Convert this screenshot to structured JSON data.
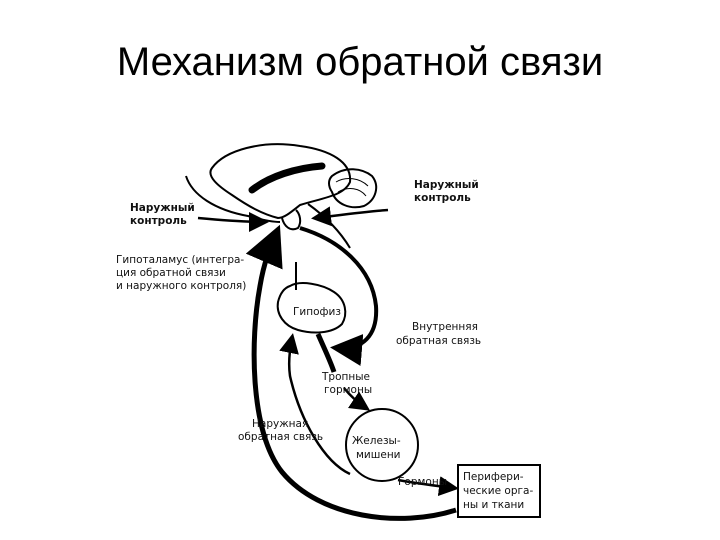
{
  "slide": {
    "title": "Механизм обратной связи"
  },
  "diagram": {
    "external_control_left": [
      "Наружный",
      "контроль"
    ],
    "external_control_right": [
      "Наружный",
      "контроль"
    ],
    "hypothalamus": [
      "Гипоталамус (интегра-",
      "ция обратной связи",
      "и наружного контроля)"
    ],
    "pituitary": "Гипофиз",
    "internal_feedback": [
      "Внутренняя",
      "обратная связь"
    ],
    "tropic_hormones": [
      "Тропные",
      "гормоны"
    ],
    "external_feedback": [
      "Наружная",
      "обратная связь"
    ],
    "target_glands": [
      "Железы-",
      "мишени"
    ],
    "hormones": "Гормоны",
    "peripheral": [
      "Перифери-",
      "ческие орга-",
      "ны и ткани"
    ]
  }
}
